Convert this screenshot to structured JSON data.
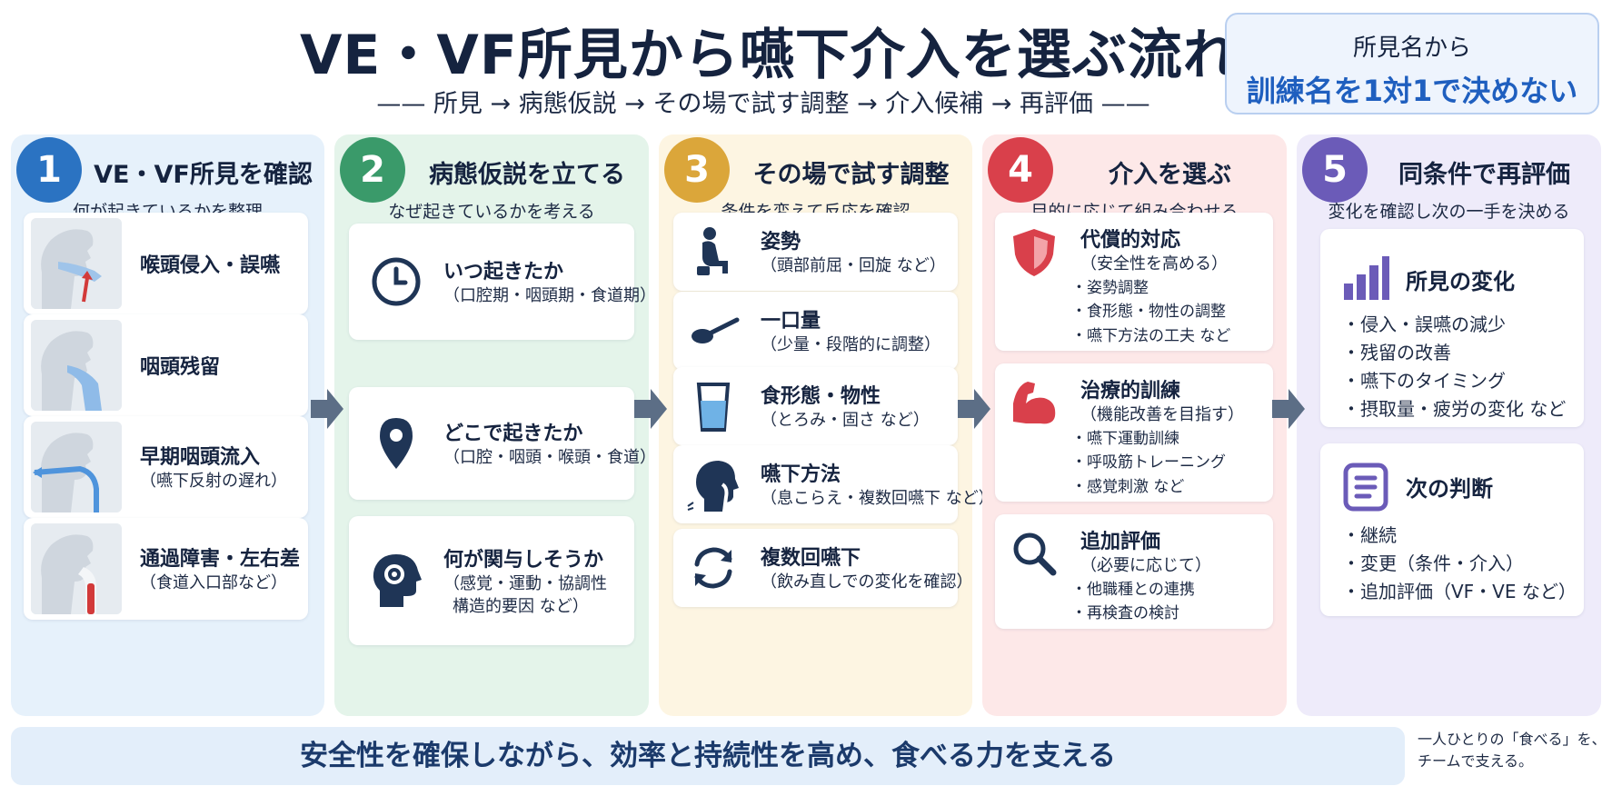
{
  "header": {
    "title": "VE・VF所見から嚥下介入を選ぶ流れ",
    "subtitle": "—— 所見 → 病態仮説 → その場で試す調整 → 介入候補 → 再評価 ——"
  },
  "callout": {
    "line1": "所見名から",
    "line2": "訓練名を1対1で決めない"
  },
  "colors": {
    "step1": "#2b73c2",
    "step2": "#3a9a6a",
    "step3": "#dba63a",
    "step4": "#d9404b",
    "step5": "#6b5bb8",
    "arrow": "#5c6e86"
  },
  "steps": [
    {
      "num": "1",
      "title": "VE・VF所見を確認",
      "subtitle": "何が起きているかを整理",
      "cards": [
        {
          "title": "喉頭侵入・誤嚥",
          "sub": ""
        },
        {
          "title": "咽頭残留",
          "sub": ""
        },
        {
          "title": "早期咽頭流入",
          "sub": "（嚥下反射の遅れ）"
        },
        {
          "title": "通過障害・左右差",
          "sub": "（食道入口部など）"
        }
      ]
    },
    {
      "num": "2",
      "title": "病態仮説を立てる",
      "subtitle": "なぜ起きているかを考える",
      "cards": [
        {
          "icon": "clock-icon",
          "title": "いつ起きたか",
          "sub": "（口腔期・咽頭期・食道期）"
        },
        {
          "icon": "location-pin-icon",
          "title": "どこで起きたか",
          "sub": "（口腔・咽頭・喉頭・食道）"
        },
        {
          "icon": "head-gear-icon",
          "title": "何が関与しそうか",
          "sub": "（感覚・運動・協調性",
          "sub2": "構造的要因 など）"
        }
      ]
    },
    {
      "num": "3",
      "title": "その場で試す調整",
      "subtitle": "条件を変えて反応を確認",
      "cards": [
        {
          "icon": "posture-icon",
          "title": "姿勢",
          "sub": "（頭部前屈・回旋 など）"
        },
        {
          "icon": "spoon-icon",
          "title": "一口量",
          "sub": "（少量・段階的に調整）"
        },
        {
          "icon": "glass-icon",
          "title": "食形態・物性",
          "sub": "（とろみ・固さ など）"
        },
        {
          "icon": "swallow-head-icon",
          "title": "嚥下方法",
          "sub": "（息こらえ・複数回嚥下 など）"
        },
        {
          "icon": "repeat-icon",
          "title": "複数回嚥下",
          "sub": "（飲み直しでの変化を確認）"
        }
      ]
    },
    {
      "num": "4",
      "title": "介入を選ぶ",
      "subtitle": "目的に応じて組み合わせる",
      "cards": [
        {
          "icon": "shield-icon",
          "title": "代償的対応",
          "sub": "（安全性を高める）",
          "bullets": [
            "・姿勢調整",
            "・食形態・物性の調整",
            "・嚥下方法の工夫 など"
          ]
        },
        {
          "icon": "muscle-icon",
          "title": "治療的訓練",
          "sub": "（機能改善を目指す）",
          "bullets": [
            "・嚥下運動訓練",
            "・呼吸筋トレーニング",
            "・感覚刺激 など"
          ]
        },
        {
          "icon": "search-icon",
          "title": "追加評価",
          "sub": "（必要に応じて）",
          "bullets": [
            "・他職種との連携",
            "・再検査の検討"
          ]
        }
      ]
    },
    {
      "num": "5",
      "title": "同条件で再評価",
      "subtitle": "変化を確認し次の一手を決める",
      "cards": [
        {
          "icon": "bar-chart-icon",
          "title": "所見の変化",
          "bullets": [
            "・侵入・誤嚥の減少",
            "・残留の改善",
            "・嚥下のタイミング",
            "・摂取量・疲労の変化 など"
          ]
        },
        {
          "icon": "checklist-icon",
          "title": "次の判断",
          "bullets": [
            "・継続",
            "・変更（条件・介入）",
            "・追加評価（VF・VE など）"
          ]
        }
      ]
    }
  ],
  "footer": {
    "banner": "安全性を確保しながら、効率と持続性を高め、食べる力を支える",
    "motto1": "一人ひとりの「食べる」を、",
    "motto2": "チームで支える。"
  }
}
